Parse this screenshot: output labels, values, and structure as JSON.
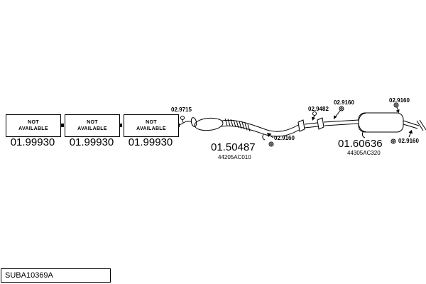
{
  "colors": {
    "line": "#000000",
    "background": "#ffffff"
  },
  "not_available": [
    {
      "line1": "NOT",
      "line2": "AVAILABLE",
      "part_number": "01.99930"
    },
    {
      "line1": "NOT",
      "line2": "AVAILABLE",
      "part_number": "01.99930"
    },
    {
      "line1": "NOT",
      "line2": "AVAILABLE",
      "part_number": "01.99930"
    }
  ],
  "parts": {
    "middle_pipe": {
      "part_number": "01.50487",
      "oem_number": "44205AC010"
    },
    "rear_muffler": {
      "part_number": "01.60636",
      "oem_number": "44305AC320"
    }
  },
  "fasteners": {
    "front_bolt": "02.9715",
    "mid_bolt": "02.9482",
    "inlet_nut": "02.9160",
    "top_right_nut": "02.9160",
    "mid_pipe_nut": "02.9160",
    "outlet_nut": "02.9160"
  },
  "footer": {
    "code": "SUBA10369A"
  }
}
